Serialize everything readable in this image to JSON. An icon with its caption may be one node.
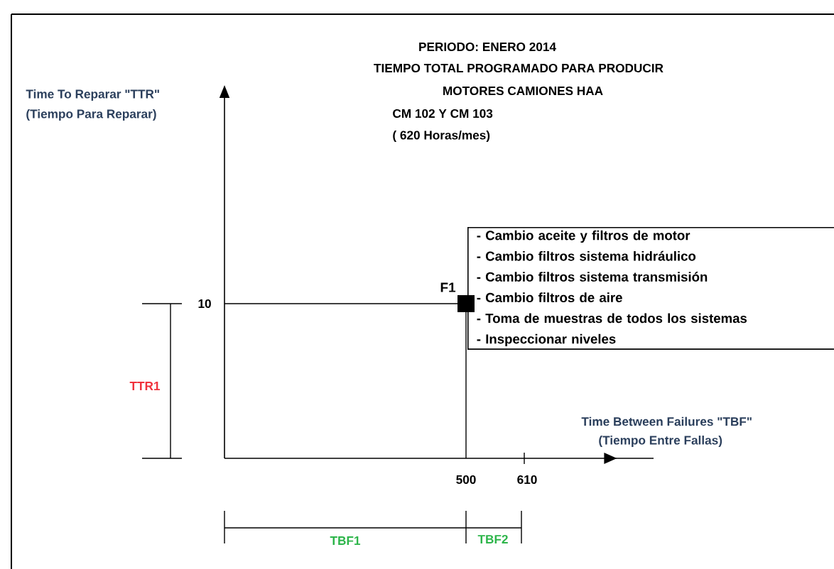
{
  "diagram": {
    "nodes": [
      {
        "text": [
          "- Cambio aceite y filtros de motor",
          "- Cambio filtros sistema hidráulico",
          "- Cambio filtros sistema transmisión",
          "- Cambio filtros de aire",
          "- Toma de muestras de todos los sistemas",
          "- Inspeccionar niveles"
        ]
      },
      {
        "text": [],
        "shape": "box",
        "beside": [
          "F1"
        ]
      }
    ],
    "labels": [
      "PERIODO: ENERO 2014",
      "TIEMPO TOTAL PROGRAMADO PARA PRODUCIR",
      "MOTORES CAMIONES HAA",
      "CM 102 Y CM 103",
      "( 620 Horas/mes)",
      "Time To Reparar \"TTR\"",
      "(Tiempo Para Reparar)",
      "Time Between Failures \"TBF\"",
      "(Tiempo Entre Fallas)",
      "10",
      "500",
      "610",
      "TTR1",
      "TBF1",
      "TBF2"
    ]
  }
}
